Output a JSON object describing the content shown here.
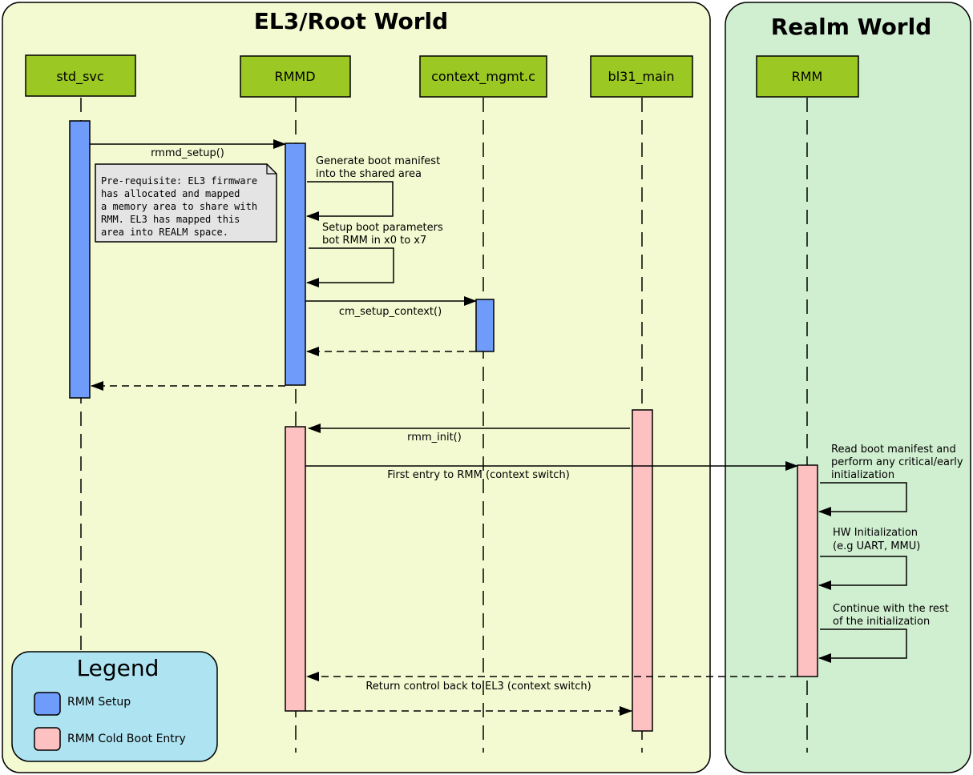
{
  "worlds": {
    "root": {
      "title": "EL3/Root World",
      "fill": "#f3f9d0"
    },
    "realm": {
      "title": "Realm World",
      "fill": "#d0eed0"
    }
  },
  "actors": {
    "std_svc": "std_svc",
    "rmmd": "RMMD",
    "context_mgmt": "context_mgmt.c",
    "bl31_main": "bl31_main",
    "rmm": "RMM"
  },
  "messages": {
    "rmmd_setup": "rmmd_setup()",
    "gen_manifest": [
      "Generate boot manifest",
      "into the shared area"
    ],
    "setup_params": [
      "Setup boot parameters",
      "bot RMM in x0 to x7"
    ],
    "cm_setup": "cm_setup_context()",
    "rmm_init": "rmm_init()",
    "first_entry": "First entry to RMM (context switch)",
    "read_manifest": [
      "Read boot manifest and",
      "perform any critical/early",
      "initialization"
    ],
    "hw_init": [
      "HW Initialization",
      "(e.g UART, MMU)"
    ],
    "continue_init": [
      "Continue with the rest",
      "of the initialization"
    ],
    "return_ctrl": "Return control back to EL3 (context switch)"
  },
  "note": [
    "Pre-requisite: EL3 firmware",
    "has allocated and mapped",
    "a memory area to share with",
    "RMM. EL3 has mapped this",
    "area into REALM space."
  ],
  "legend": {
    "title": "Legend",
    "setup": "RMM Setup",
    "coldboot": "RMM Cold Boot Entry"
  },
  "colors": {
    "actor_box": "#9bc823",
    "setup_bar": "#6f9bfa",
    "coldboot_bar": "#fdc1c1",
    "note_fill": "#e4e4e4",
    "legend_fill": "#aee3f1"
  }
}
